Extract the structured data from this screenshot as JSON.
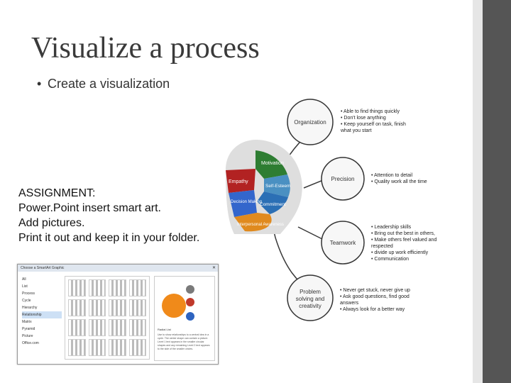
{
  "slide": {
    "title": "Visualize a process",
    "bullet": "Create a visualization"
  },
  "assignment": {
    "lines": [
      "ASSIGNMENT:",
      "Power.Point insert smart art.",
      "Add pictures.",
      "Print it out and keep it in your folder."
    ]
  },
  "emotional_wheel": {
    "segments": [
      "Empathy",
      "Motivation",
      "Self-Esteem",
      "Commitment",
      "Decision Making",
      "Interpersonal Awareness"
    ]
  },
  "nodes": [
    {
      "label": "Organization"
    },
    {
      "label": "Precision"
    },
    {
      "label": "Teamwork"
    },
    {
      "label": "Problem solving and creativity"
    }
  ],
  "notes": [
    [
      "• Able to find things quickly",
      "• Don't lose anything",
      "• Keep yourself on task, finish",
      "   what you start"
    ],
    [
      "• Attention to detail",
      "• Quality work all the time"
    ],
    [
      "• Leadership skills",
      "• Bring out the best in others,",
      "• Make others feel valued and",
      "   respected",
      "• divide up work efficiently",
      "• Communication"
    ],
    [
      "• Never get stuck, never give up",
      "• Ask good questions, find good",
      "   answers",
      "• Always look for a better way"
    ]
  ],
  "dialog": {
    "title": "Choose a SmartArt Graphic",
    "categories": [
      "All",
      "List",
      "Process",
      "Cycle",
      "Hierarchy",
      "Relationship",
      "Matrix",
      "Pyramid",
      "Picture",
      "Office.com"
    ],
    "selected_category": "Relationship",
    "preview_name": "Radial List",
    "preview_desc": "Use to show relationships to a central idea in a cycle. The center shape can contain a picture. Level 1 text appears in the smaller circular shapes and any remaining Level 2 text appears to the side of the smaller circles."
  },
  "colors": {
    "node_fill": "#f7f7f7",
    "node_stroke": "#333333",
    "sidebar_dark": "#555555",
    "sidebar_light": "#e6e6e6"
  }
}
